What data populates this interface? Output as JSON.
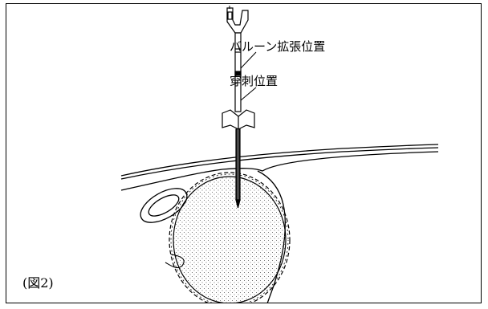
{
  "labels": {
    "balloon_position": "バルーン拡張位置",
    "puncture_position": "穿刺位置",
    "figure_caption": "(図2)"
  },
  "colors": {
    "line": "#000000",
    "background": "#ffffff",
    "stipple": "#555555"
  }
}
